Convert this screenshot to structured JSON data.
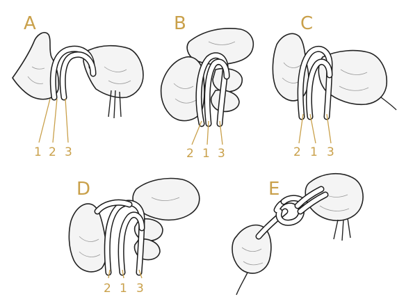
{
  "panels": [
    {
      "letter": "A",
      "strands": [
        "1",
        "2",
        "3"
      ]
    },
    {
      "letter": "B",
      "strands": [
        "2",
        "1",
        "3"
      ]
    },
    {
      "letter": "C",
      "strands": [
        "2",
        "1",
        "3"
      ]
    },
    {
      "letter": "D",
      "strands": [
        "2",
        "1",
        "3"
      ]
    },
    {
      "letter": "E",
      "strands": []
    }
  ],
  "colors": {
    "label": "#c9a04a",
    "ink": "#1a1a1a",
    "paper": "#ffffff"
  }
}
